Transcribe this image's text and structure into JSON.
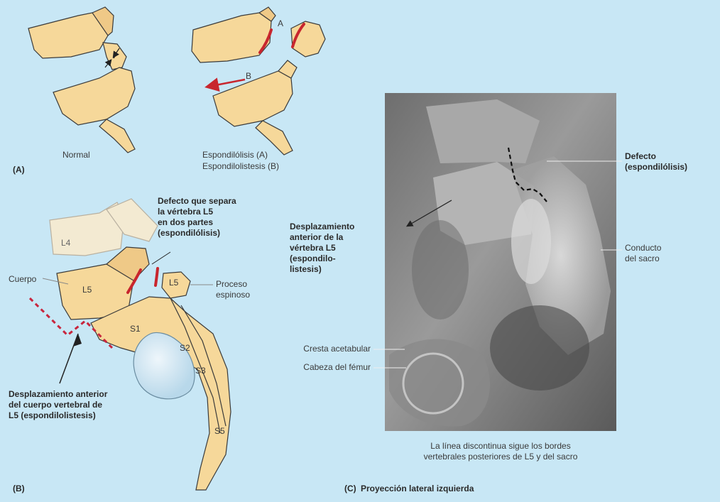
{
  "panel_a": {
    "tag": "(A)",
    "normal": "Normal",
    "spondylolysis": "Espondilólisis (A)",
    "spondylolisthesis": "Espondilolistesis (B)",
    "marker_a": "A",
    "marker_b": "B"
  },
  "panel_b": {
    "tag": "(B)",
    "defect_title": "Defecto que separa\nla vértebra L5\nen dos partes\n(espondilólisis)",
    "l4": "L4",
    "l5_body": "L5",
    "l5_posterior": "L5",
    "cuerpo": "Cuerpo",
    "proceso": "Proceso\nespinoso",
    "s1": "S1",
    "s2": "S2",
    "s3": "S3",
    "s5": "S5",
    "desplazamiento": "Desplazamiento anterior\ndel cuerpo vertebral de\nL5 (espondilolistesis)"
  },
  "panel_c": {
    "tag": "(C)",
    "title": "Proyección lateral izquierda",
    "defecto": "Defecto\n(espondilólisis)",
    "desplazamiento": "Desplazamiento\nanterior de la\nvértebra L5\n(espondilo-\nlistesis)",
    "conducto": "Conducto\ndel sacro",
    "cresta": "Cresta acetabular",
    "cabeza": "Cabeza del fémur",
    "caption": "La línea discontinua sigue los bordes\nvertebrales posteriores de L5 y del sacro"
  }
}
